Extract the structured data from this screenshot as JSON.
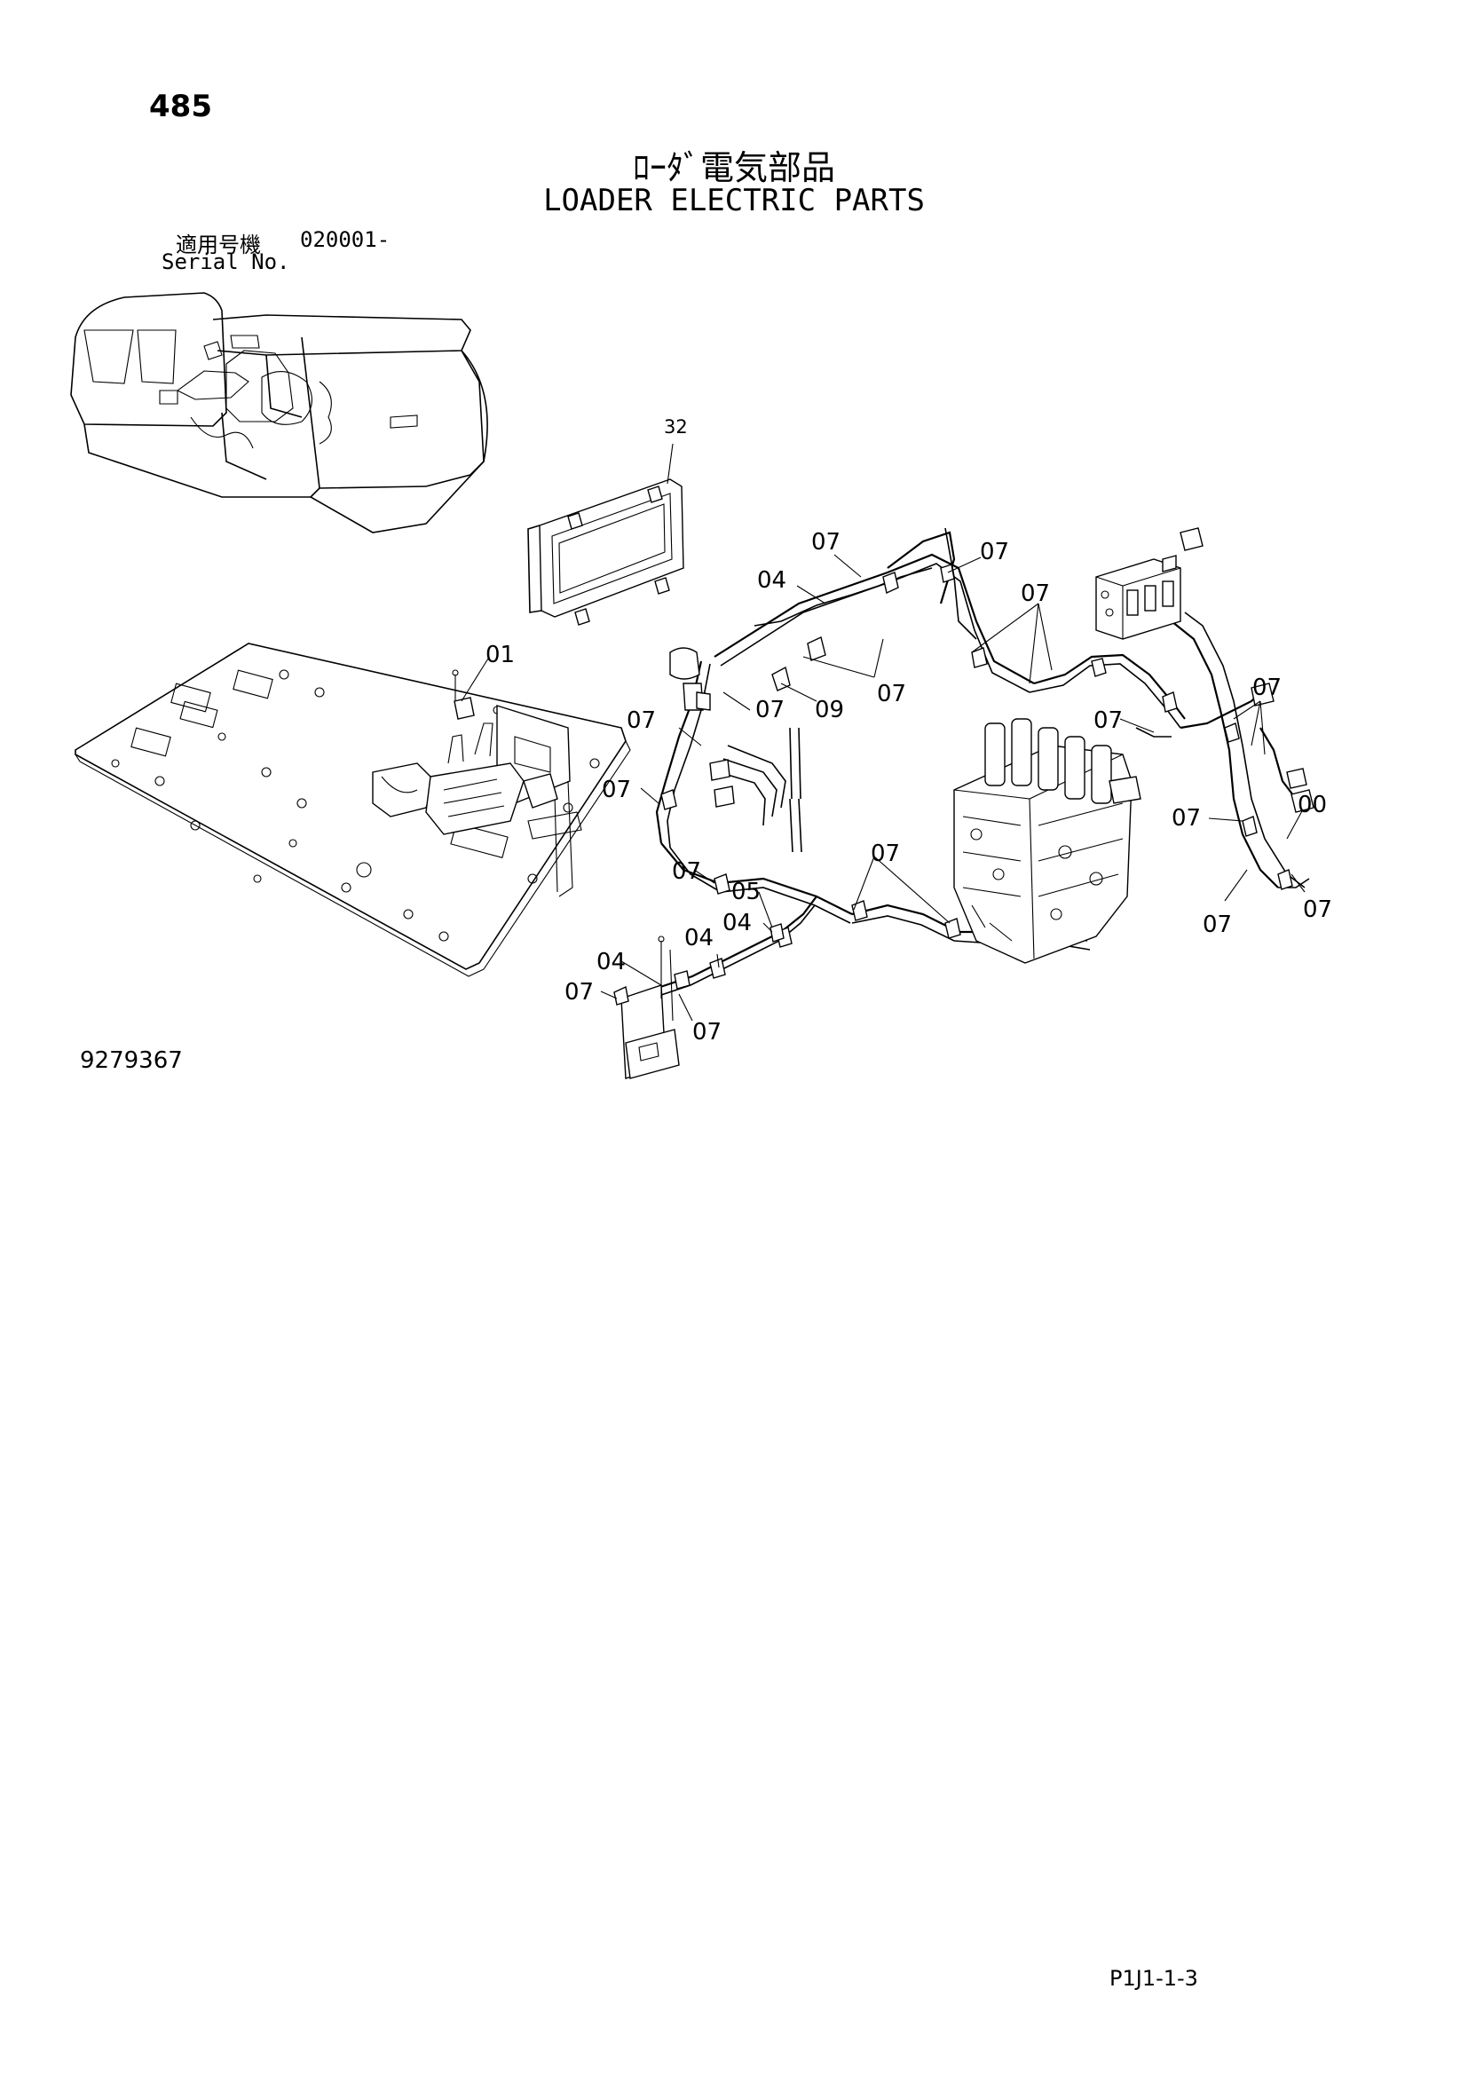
{
  "header": {
    "page_number": "485",
    "title_jp": "ﾛｰﾀﾞ電気部品",
    "title_en": "LOADER ELECTRIC PARTS",
    "serial_label_jp": "適用号機",
    "serial_value": "020001-",
    "serial_label_en": "Serial No."
  },
  "callouts": {
    "c32": "32",
    "c07a": "07",
    "c07b": "07",
    "c04a": "04",
    "c07c": "07",
    "c01": "01",
    "c07d": "07",
    "c09": "09",
    "c07e": "07",
    "c07f": "07",
    "c07g": "07",
    "c07h": "07",
    "c07i": "07",
    "c07j": "07",
    "c07k": "07",
    "c00": "00",
    "c07l": "07",
    "c07m": "07",
    "c07n": "07",
    "c05": "05",
    "c04b": "04",
    "c04c": "04",
    "c04d": "04",
    "c07o": "07",
    "c07p": "07"
  },
  "footer": {
    "drawing_number": "9279367",
    "page_code": "P1J1-1-3"
  }
}
